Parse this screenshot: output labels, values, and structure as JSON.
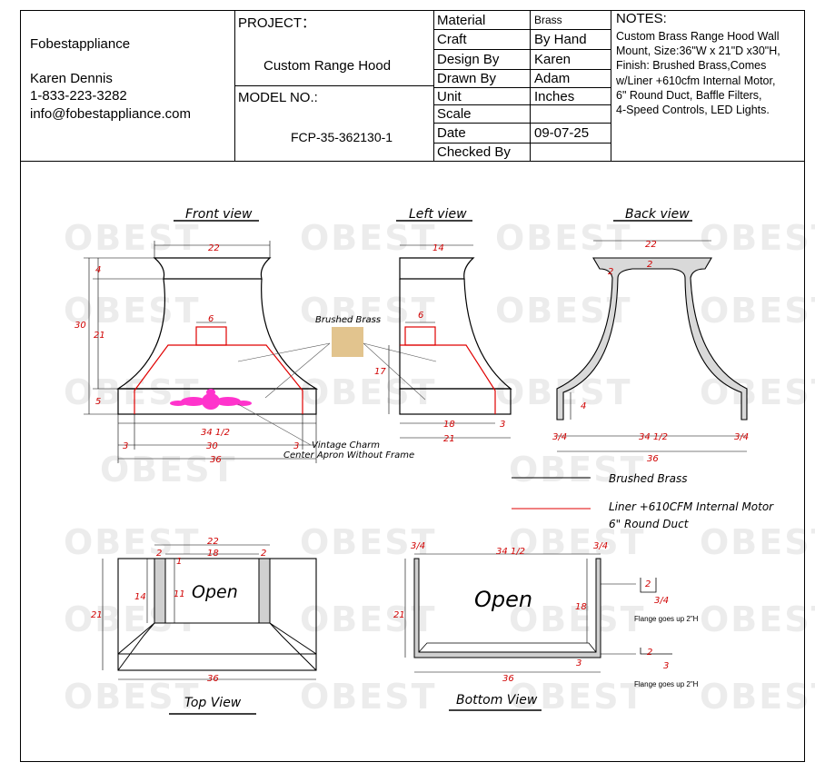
{
  "company": {
    "name": "Fobestappliance",
    "contact_name": "Karen Dennis",
    "phone": "1-833-223-3282",
    "email": "info@fobestappliance.com"
  },
  "project": {
    "label": "PROJECT：",
    "value": "Custom Range Hood",
    "model_label": "MODEL NO.:",
    "model_value": "FCP-35-362130-1"
  },
  "spec_table": [
    {
      "label": "Material",
      "value": "Brass"
    },
    {
      "label": "Craft",
      "value": "By Hand"
    },
    {
      "label": "Design By",
      "value": "Karen"
    },
    {
      "label": "Drawn By",
      "value": "Adam"
    },
    {
      "label": "Unit",
      "value": "Inches"
    },
    {
      "label": "Scale",
      "value": ""
    },
    {
      "label": "Date",
      "value": "09-07-25"
    },
    {
      "label": "Checked By",
      "value": ""
    }
  ],
  "notes": {
    "title": "NOTES:",
    "lines": [
      "Custom Brass Range Hood Wall",
      "Mount, Size:36\"W x 21\"D x30\"H,",
      "Finish: Brushed Brass,Comes",
      "w/Liner +610cfm Internal Motor,",
      "6\" Round Duct, Baffle Filters,",
      "4-Speed Controls, LED Lights."
    ]
  },
  "watermark": "OBEST",
  "views": {
    "front": "Front view",
    "left": "Left view",
    "back": "Back view",
    "top": "Top View",
    "bottom": "Bottom View"
  },
  "labels": {
    "brushed_brass": "Brushed Brass",
    "vintage_charm": "Vintage Charm",
    "center_apron": "Center Apron Without Frame",
    "open": "Open",
    "flange": "Flange goes up 2\"H"
  },
  "legend": {
    "item1": "Brushed Brass",
    "item2_line1": "Liner +610CFM Internal Motor",
    "item2_line2": "6\" Round Duct"
  },
  "colors": {
    "brass_swatch": "#e2c48e",
    "liner_red": "#e00000",
    "ornament_magenta": "#ff33cc"
  },
  "dims": {
    "front": {
      "top_w": "22",
      "collar_h": "4",
      "total_h": "30",
      "body_h": "21",
      "band_h": "5",
      "duct_w": "6",
      "liner_w": "34 1/2",
      "side": "3",
      "inner_w": "30",
      "side2": "3",
      "total_w": "36"
    },
    "left": {
      "top_w": "14",
      "duct_w": "6",
      "liner_h": "17",
      "liner_d": "18",
      "total_d": "21",
      "side": "3"
    },
    "back": {
      "top_w": "22",
      "top_t": "2",
      "side_t": "2",
      "leg_h": "4",
      "frac_l": "3/4",
      "mid": "34 1/2",
      "frac_r": "3/4",
      "total_w": "36"
    },
    "top": {
      "top_w": "22",
      "inner_w": "18",
      "side_l": "2",
      "side_r": "2",
      "depth": "14",
      "inner_d": "11",
      "total_d": "21",
      "total_w": "36",
      "gap": "1"
    },
    "bottom": {
      "frac_l": "3/4",
      "mid": "34 1/2",
      "frac_r": "3/4",
      "depth": "21",
      "inner_d": "18",
      "total_w": "36",
      "edge": "3",
      "flange_a": "2",
      "flange_b": "3/4",
      "flange_c": "2",
      "flange_d": "3"
    }
  }
}
